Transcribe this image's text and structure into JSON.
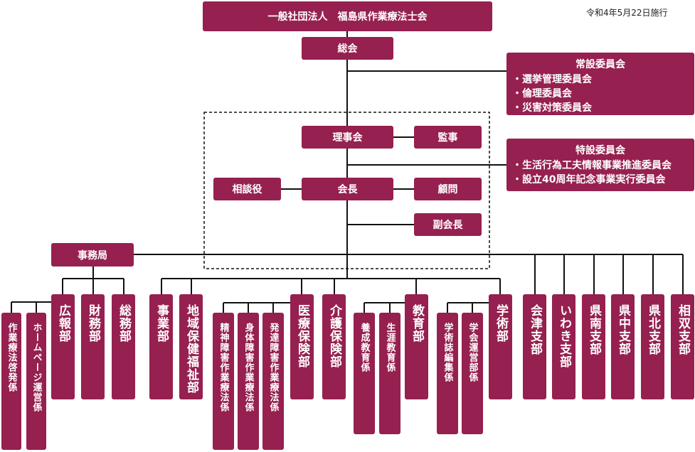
{
  "effective_date": "令和4年5月22日施行",
  "organization": "一般社団法人　福島県作業療法士会",
  "general_assembly": "総会",
  "standing_committees": {
    "title": "常設委員会",
    "items": [
      "・選挙管理委員会",
      "・倫理委員会",
      "・災害対策委員会"
    ]
  },
  "special_committees": {
    "title": "特設委員会",
    "items": [
      "・生活行為工夫情報事業推進委員会",
      "・設立40周年記念事業実行委員会"
    ]
  },
  "board": "理事会",
  "auditor": "監事",
  "counselor": "相談役",
  "president": "会長",
  "adviser": "顧問",
  "vice_president": "副会長",
  "secretariat": "事務局",
  "departments": {
    "ot_awareness": "作業療法啓発係",
    "homepage": "ホームページ運営係",
    "pr": "広報部",
    "finance": "財務部",
    "general_affairs": "総務部",
    "projects": "事業部",
    "community": "地域保健福祉部",
    "mental_ot": "精神障害作業療法係",
    "physical_ot": "身体障害作業療法係",
    "developmental_ot": "発達障害作業療法係",
    "medical_insurance": "医療保険部",
    "care_insurance": "介護保険部",
    "training_education": "養成教育係",
    "lifelong_education": "生涯教育係",
    "education": "教育部",
    "journal_editing": "学術誌編集係",
    "conference": "学会運営部係",
    "academic": "学術部",
    "aizu": "会津支部",
    "iwaki": "いわき支部",
    "kennan": "県南支部",
    "kenchu": "県中支部",
    "kenpoku": "県北支部",
    "soso": "相双支部"
  }
}
